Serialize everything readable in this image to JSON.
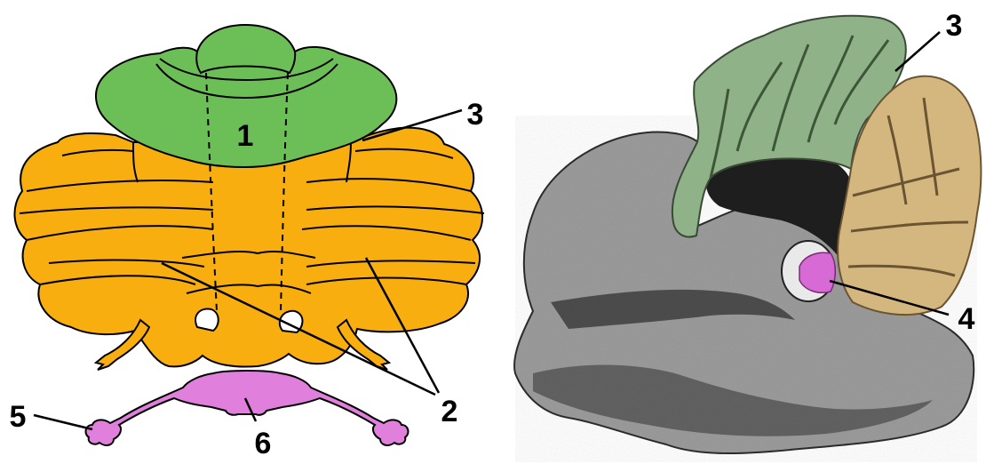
{
  "diagram": {
    "left_panel": {
      "labels": {
        "vermis_number": "1",
        "hemisphere_number": "2",
        "fissure_number": "3",
        "flocculus_number": "5",
        "nodule_number": "6"
      }
    },
    "right_panel": {
      "labels": {
        "fissure_number": "3",
        "nucleus_number": "4"
      }
    },
    "colors": {
      "anterior_lobe_green": "#6cbf57",
      "posterior_lobe_orange": "#f9ae0f",
      "flocculonodular_pink": "#e07fdc",
      "section_green": "#8fb289",
      "section_tan": "#d4b77e",
      "section_magenta": "#d86ad6"
    }
  }
}
